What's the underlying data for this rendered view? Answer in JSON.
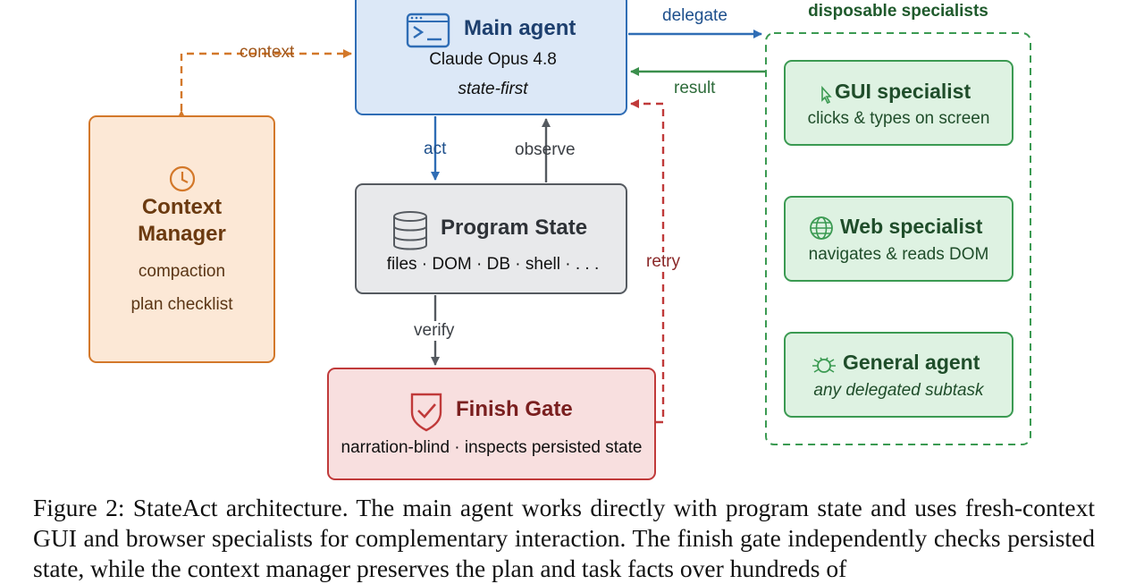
{
  "colors": {
    "main_fill": "#dce8f7",
    "main_stroke": "#2f6db5",
    "main_text": "#1d3f6e",
    "ctx_fill": "#fce8d6",
    "ctx_stroke": "#d3782a",
    "ctx_text": "#6b3a10",
    "state_fill": "#e8e9eb",
    "state_stroke": "#555a60",
    "gate_fill": "#f8dfdf",
    "gate_stroke": "#c03a3a",
    "gate_text": "#7a1f1f",
    "spec_fill": "#def2e2",
    "spec_stroke": "#3b9a52",
    "spec_text": "#1f4d2a"
  },
  "main_agent": {
    "title": "Main agent",
    "model": "Claude Opus 4.8",
    "mode": "state-first",
    "icon": "terminal-icon"
  },
  "context_manager": {
    "title_line1": "Context",
    "title_line2": "Manager",
    "item1": "compaction",
    "item2": "plan checklist",
    "icon": "clock-icon"
  },
  "program_state": {
    "title": "Program State",
    "subtitle": "files · DOM · DB · shell · . . .",
    "icon": "database-icon"
  },
  "finish_gate": {
    "title": "Finish Gate",
    "subtitle": "narration-blind · inspects persisted state",
    "icon": "shield-check-icon"
  },
  "specialists": {
    "group_label": "disposable specialists",
    "items": [
      {
        "title": "GUI specialist",
        "desc": "clicks & types on screen",
        "icon": "cursor-icon"
      },
      {
        "title": "Web specialist",
        "desc": "navigates & reads DOM",
        "icon": "globe-icon"
      },
      {
        "title": "General agent",
        "desc": "any delegated subtask",
        "icon": "bug-icon"
      }
    ]
  },
  "edges": {
    "context": "context",
    "delegate": "delegate",
    "result": "result",
    "act": "act",
    "observe": "observe",
    "retry": "retry",
    "verify": "verify"
  },
  "caption": "Figure 2: StateAct architecture. The main agent works directly with program state and uses fresh-context GUI and browser specialists for complementary interaction. The finish gate independently checks persisted state, while the context manager preserves the plan and task facts over hundreds of"
}
